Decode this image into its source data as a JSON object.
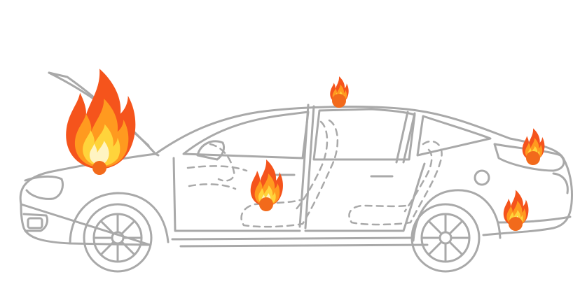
{
  "diagram": {
    "subject": "car-side-outline-with-fire-points",
    "colors": {
      "outline": "#a9a9a9",
      "marker": "#f26a1b",
      "flame_outer": "#f5541c",
      "flame_mid": "#ff9a1f",
      "flame_inner": "#ffd43b",
      "flame_core": "#fff4c2"
    },
    "fire_points": [
      {
        "name": "fire-point-engine",
        "location": "engine-bay",
        "flame_size": "large",
        "icon": "fire-icon"
      },
      {
        "name": "fire-point-roof",
        "location": "roof",
        "flame_size": "small",
        "icon": "fire-icon"
      },
      {
        "name": "fire-point-cabin",
        "location": "front-seat",
        "flame_size": "medium",
        "icon": "fire-icon"
      },
      {
        "name": "fire-point-trunk",
        "location": "trunk",
        "flame_size": "small",
        "icon": "fire-icon"
      },
      {
        "name": "fire-point-rear-bumper",
        "location": "rear-bumper",
        "flame_size": "small",
        "icon": "fire-icon"
      }
    ]
  }
}
